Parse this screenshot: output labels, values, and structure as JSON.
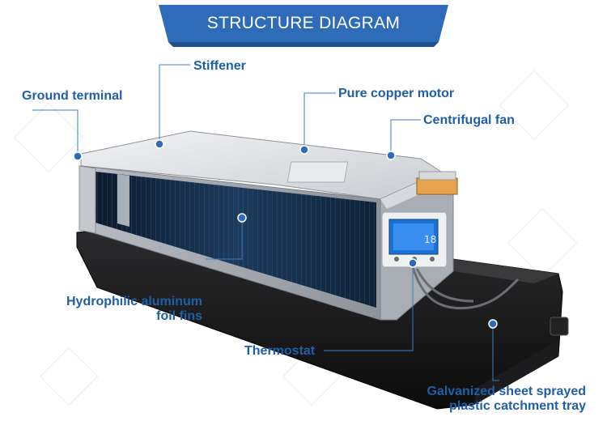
{
  "header": {
    "title": "STRUCTURE DIAGRAM"
  },
  "labels": {
    "stiffener": "Stiffener",
    "ground_terminal": "Ground terminal",
    "pure_copper_motor": "Pure copper motor",
    "centrifugal_fan": "Centrifugal fan",
    "hydrophilic_line1": "Hydrophilic aluminum",
    "hydrophilic_line2": "foil fins",
    "thermostat": "Thermostat",
    "tray_line1": "Galvanized sheet sprayed",
    "tray_line2": "plastic catchment tray"
  },
  "thermostat_display": {
    "reading": "18"
  },
  "colors": {
    "accent": "#1f5fa8",
    "title_band": "#2e6bb8",
    "leader": "#3a7cc8"
  }
}
